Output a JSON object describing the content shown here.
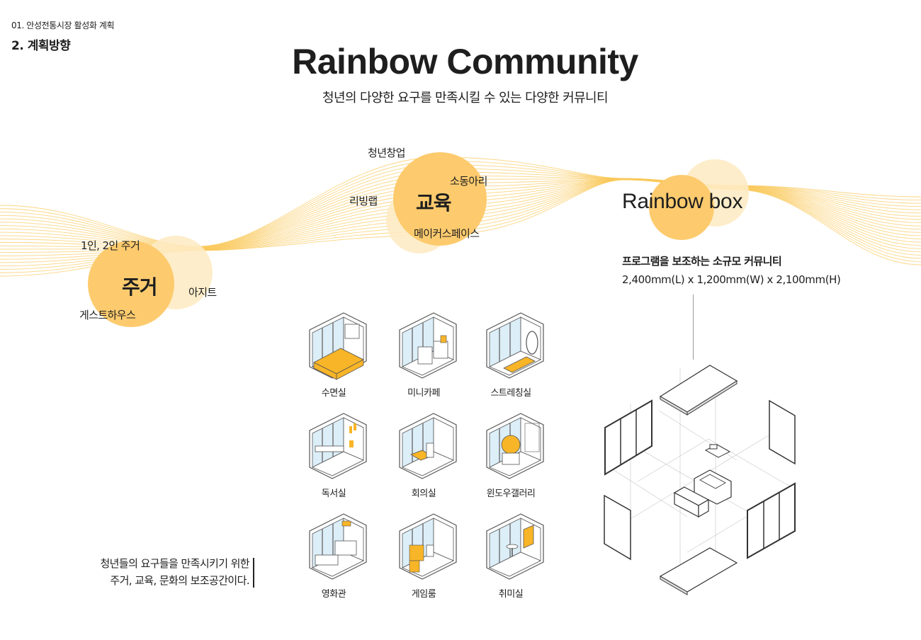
{
  "header": {
    "breadcrumb": "01. 안성전통시장 활성화 계획",
    "section_title": "2. 계획방향"
  },
  "title": "Rainbow Community",
  "subtitle": "청년의 다양한 요구를 만족시킬 수 있는 다양한 커뮤니티",
  "colors": {
    "accent": "#FDCB6E",
    "accent_light": "#FEEBC4",
    "wave": "#F9C85A",
    "room_fill": "#F8B527",
    "glass": "#DCEEF8",
    "text": "#1E1E1E"
  },
  "bubbles": {
    "housing": {
      "main": "주거",
      "labels": [
        "1인, 2인 주거",
        "아지트",
        "게스트하우스"
      ]
    },
    "education": {
      "main": "교육",
      "labels": [
        "청년창업",
        "소동아리",
        "리빙랩",
        "메이커스페이스"
      ]
    },
    "rainbow_box": {
      "title": "Rainbow box",
      "description": "프로그램을 보조하는 소규모 커뮤니티",
      "dimensions": "2,400mm(L) x 1,200mm(W) x 2,100mm(H)"
    }
  },
  "rooms": [
    {
      "label": "수면실",
      "icon": "bedroom-icon"
    },
    {
      "label": "미니카페",
      "icon": "mini-cafe-icon"
    },
    {
      "label": "스트레칭실",
      "icon": "stretching-room-icon"
    },
    {
      "label": "독서실",
      "icon": "reading-room-icon"
    },
    {
      "label": "회의실",
      "icon": "meeting-room-icon"
    },
    {
      "label": "윈도우갤러리",
      "icon": "window-gallery-icon"
    },
    {
      "label": "영화관",
      "icon": "cinema-icon"
    },
    {
      "label": "게임룸",
      "icon": "game-room-icon"
    },
    {
      "label": "취미실",
      "icon": "hobby-room-icon"
    }
  ],
  "note": {
    "line1": "청년들의 요구들을 만족시키기 위한",
    "line2": "주거, 교육, 문화의 보조공간이다."
  }
}
